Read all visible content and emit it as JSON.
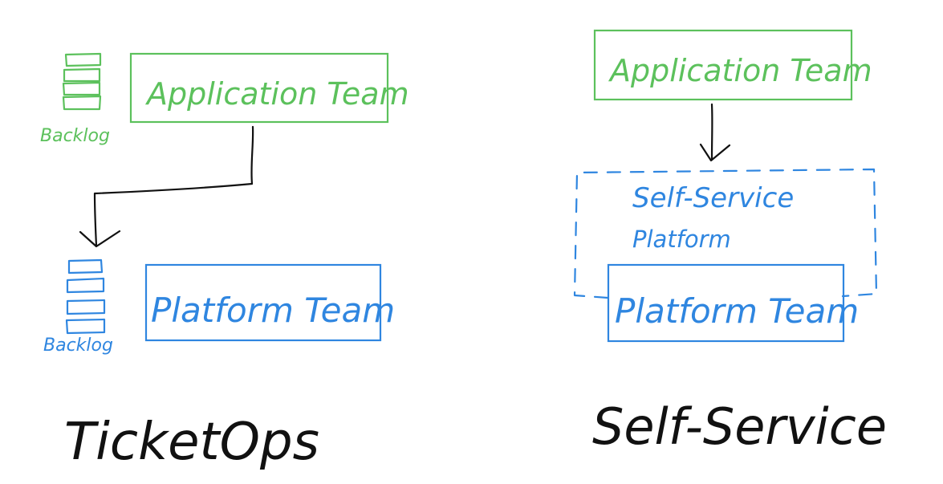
{
  "colors": {
    "application": "#5cc15c",
    "platform": "#2f86e0",
    "ink": "#111111"
  },
  "left": {
    "app_team_label": "Application Team",
    "app_backlog_label": "Backlog",
    "platform_team_label": "Platform Team",
    "platform_backlog_label": "Backlog",
    "caption": "TicketOps"
  },
  "right": {
    "app_team_label": "Application Team",
    "self_service_line1": "Self-Service",
    "self_service_line2": "Platform",
    "platform_team_label": "Platform Team",
    "caption": "Self-Service"
  }
}
